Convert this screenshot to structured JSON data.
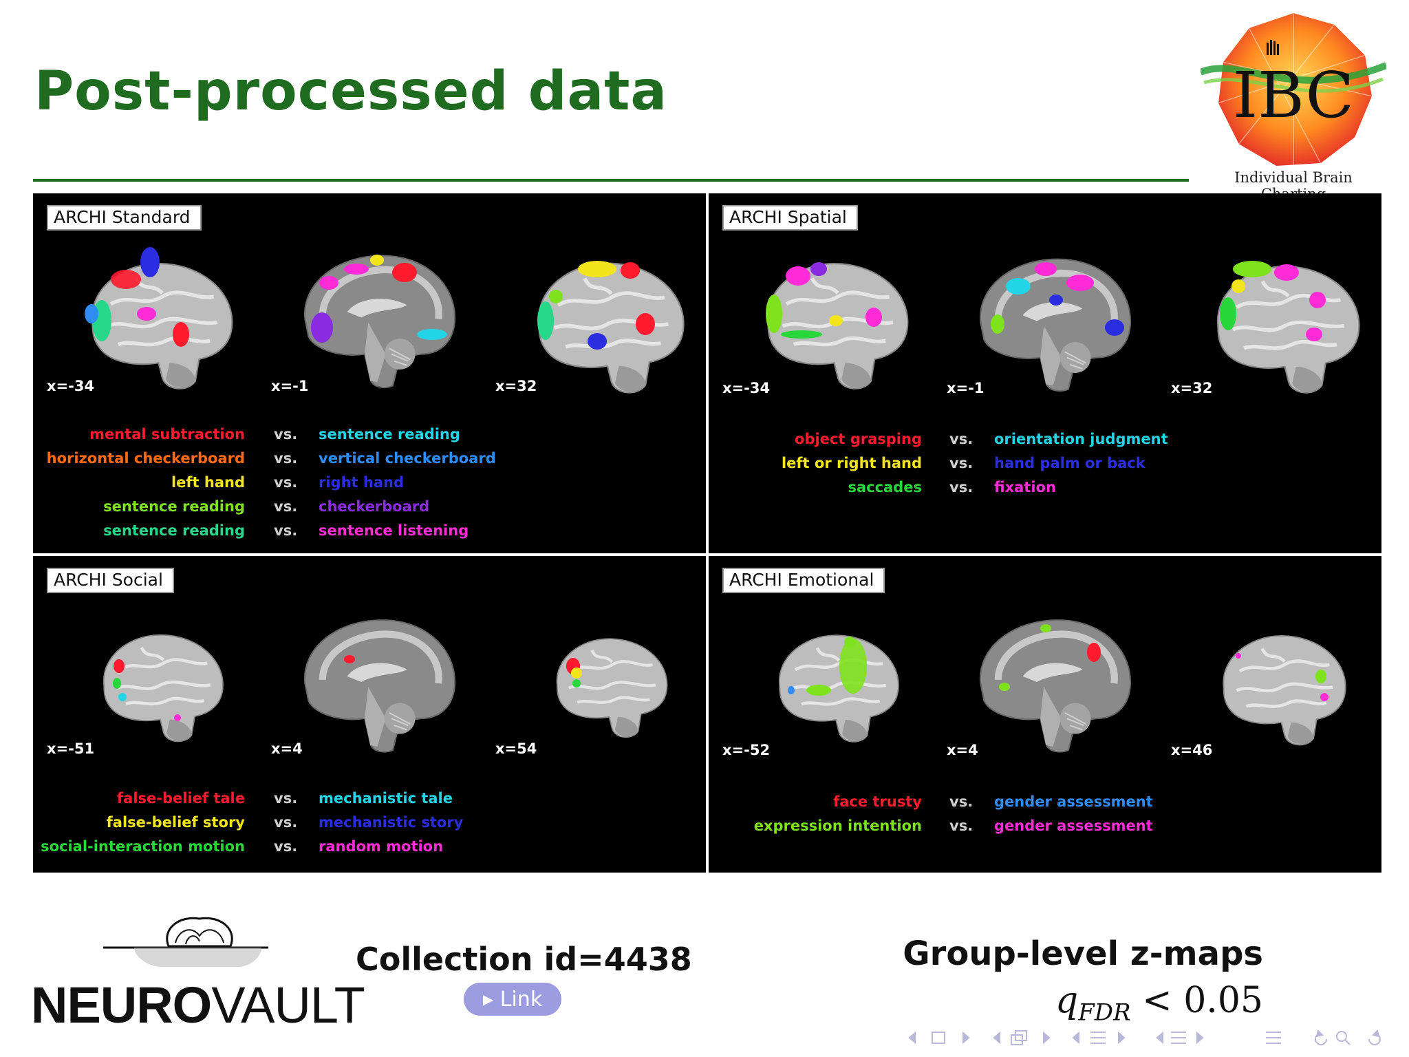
{
  "slide": {
    "title": "Post-processed data",
    "logo_caption": "Individual Brain Charting",
    "logo_letters": "IBC"
  },
  "colors": {
    "title_green": "#1f6b1f",
    "red": "#ff1a2e",
    "orange": "#ff6a13",
    "yellow": "#f2e51b",
    "green": "#7ee21c",
    "bright_green": "#28d83a",
    "cyan": "#22d4e6",
    "blue": "#2f6cf2",
    "indigo": "#2b2ee0",
    "purple": "#8a2be2",
    "magenta": "#ff2bd6"
  },
  "panels": [
    {
      "title": "ARCHI Standard",
      "coords": [
        "x=-34",
        "x=-1",
        "x=32"
      ],
      "contrasts": [
        {
          "left": "mental subtraction",
          "left_color": "#ff1a2e",
          "vs": "vs.",
          "right": "sentence reading",
          "right_color": "#22d4e6"
        },
        {
          "left": "horizontal checkerboard",
          "left_color": "#ff6a13",
          "vs": "vs.",
          "right": "vertical checkerboard",
          "right_color": "#2f8cf2"
        },
        {
          "left": "left hand",
          "left_color": "#f2e51b",
          "vs": "vs.",
          "right": "right hand",
          "right_color": "#2b2ee0"
        },
        {
          "left": "sentence reading",
          "left_color": "#7ee21c",
          "vs": "vs.",
          "right": "checkerboard",
          "right_color": "#8a2be2"
        },
        {
          "left": "sentence reading",
          "left_color": "#28d88a",
          "vs": "vs.",
          "right": "sentence listening",
          "right_color": "#ff2bd6"
        }
      ]
    },
    {
      "title": "ARCHI Spatial",
      "coords": [
        "x=-34",
        "x=-1",
        "x=32"
      ],
      "contrasts": [
        {
          "left": "object grasping",
          "left_color": "#ff1a2e",
          "vs": "vs.",
          "right": "orientation judgment",
          "right_color": "#22d4e6"
        },
        {
          "left": "left or right hand",
          "left_color": "#f2e51b",
          "vs": "vs.",
          "right": "hand palm or back",
          "right_color": "#2b2ee0"
        },
        {
          "left": "saccades",
          "left_color": "#28d83a",
          "vs": "vs.",
          "right": "fixation",
          "right_color": "#ff2bd6"
        }
      ]
    },
    {
      "title": "ARCHI Social",
      "coords": [
        "x=-51",
        "x=4",
        "x=54"
      ],
      "contrasts": [
        {
          "left": "false-belief tale",
          "left_color": "#ff1a2e",
          "vs": "vs.",
          "right": "mechanistic tale",
          "right_color": "#22d4e6"
        },
        {
          "left": "false-belief story",
          "left_color": "#f2e51b",
          "vs": "vs.",
          "right": "mechanistic story",
          "right_color": "#2b2ee0"
        },
        {
          "left": "social-interaction motion",
          "left_color": "#28d83a",
          "vs": "vs.",
          "right": "random motion",
          "right_color": "#ff2bd6"
        }
      ]
    },
    {
      "title": "ARCHI Emotional",
      "coords": [
        "x=-52",
        "x=4",
        "x=46"
      ],
      "contrasts": [
        {
          "left": "face trusty",
          "left_color": "#ff1a2e",
          "vs": "vs.",
          "right": "gender assessment",
          "right_color": "#2f8cf2"
        },
        {
          "left": "expression intention",
          "left_color": "#7ee21c",
          "vs": "vs.",
          "right": "gender assessment",
          "right_color": "#ff2bd6"
        }
      ]
    }
  ],
  "footer": {
    "neurovault_bold": "NEURO",
    "neurovault_light": "VAULT",
    "collection": "Collection id=4438",
    "link_label": "Link",
    "group_maps": "Group-level z-maps",
    "q_symbol": "q",
    "q_subscript": "FDR",
    "q_threshold": "< 0.05"
  }
}
